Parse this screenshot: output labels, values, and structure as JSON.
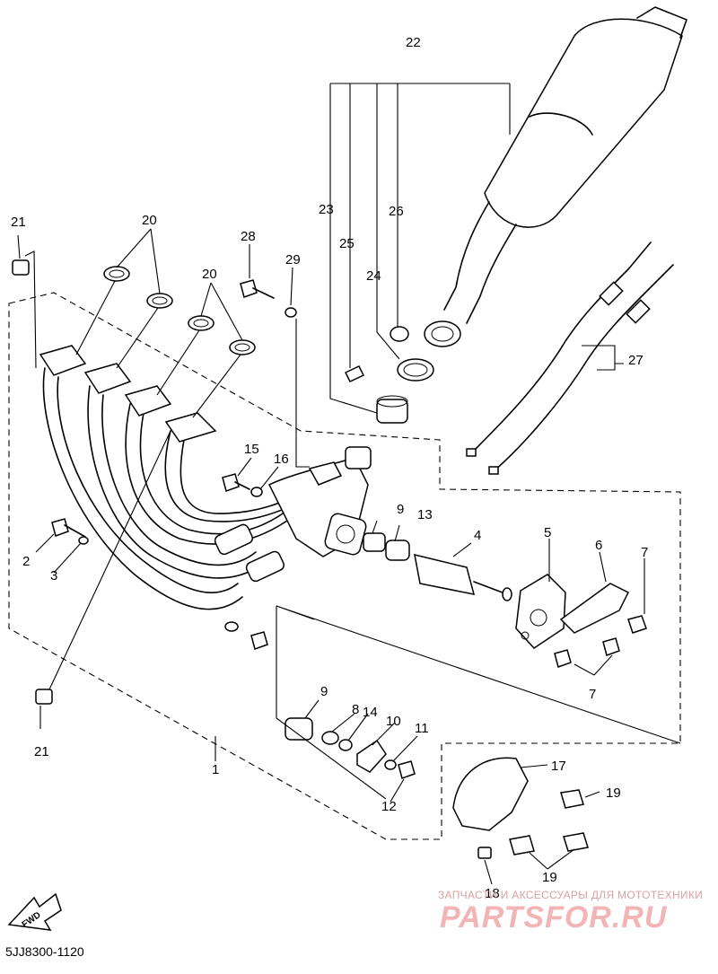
{
  "labels": {
    "l1": "1",
    "l2": "2",
    "l3": "3",
    "l4": "4",
    "l5": "5",
    "l6": "6",
    "l7a": "7",
    "l7b": "7",
    "l8": "8",
    "l9a": "9",
    "l9b": "9",
    "l10": "10",
    "l11": "11",
    "l12": "12",
    "l13": "13",
    "l14": "14",
    "l15": "15",
    "l16": "16",
    "l17": "17",
    "l18": "18",
    "l19a": "19",
    "l19b": "19",
    "l20a": "20",
    "l20b": "20",
    "l21a": "21",
    "l21b": "21",
    "l22": "22",
    "l23": "23",
    "l24": "24",
    "l25": "25",
    "l26": "26",
    "l27": "27",
    "l28": "28",
    "l29": "29"
  },
  "fwd_arrow": "FWD",
  "drawing_code": "5JJ8300-1120",
  "watermark": {
    "tagline": "ЗАПЧАСТИ И АКСЕССУАРЫ ДЛЯ МОТОТЕХНИКИ",
    "logo": "PARTSFOR.RU"
  }
}
